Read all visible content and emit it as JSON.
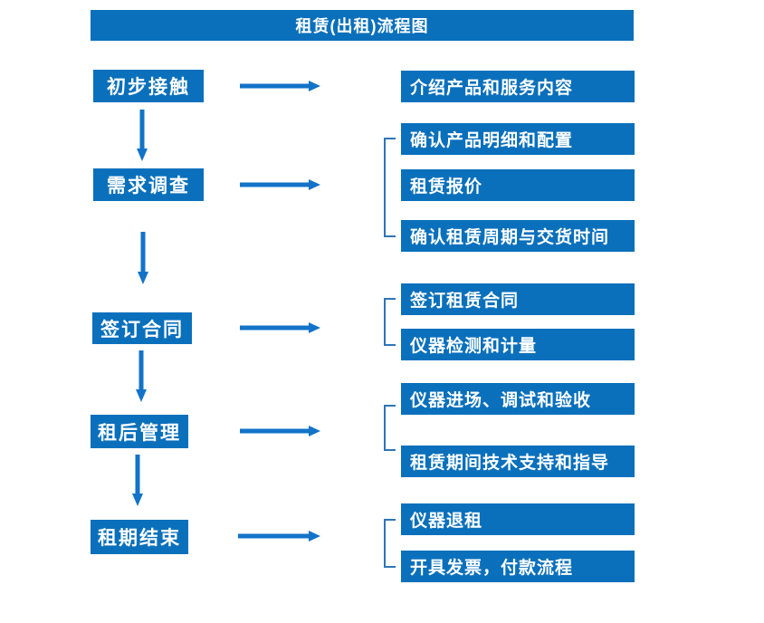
{
  "title": "租赁(出租)流程图",
  "colors": {
    "box_blue": "#0a70bc",
    "arrow_blue": "#1273c8",
    "bracket_blue": "#2e75b6",
    "text_white": "#ffffff"
  },
  "steps": [
    {
      "label": "初步接触",
      "details": [
        "介绍产品和服务内容"
      ]
    },
    {
      "label": "需求调查",
      "details": [
        "确认产品明细和配置",
        "租赁报价",
        "确认租赁周期与交货时间"
      ]
    },
    {
      "label": "签订合同",
      "details": [
        "签订租赁合同",
        "仪器检测和计量"
      ]
    },
    {
      "label": "租后管理",
      "details": [
        "仪器进场、调试和验收",
        "租赁期间技术支持和指导"
      ]
    },
    {
      "label": "租期结束",
      "details": [
        "仪器退租",
        "开具发票，付款流程"
      ]
    }
  ]
}
